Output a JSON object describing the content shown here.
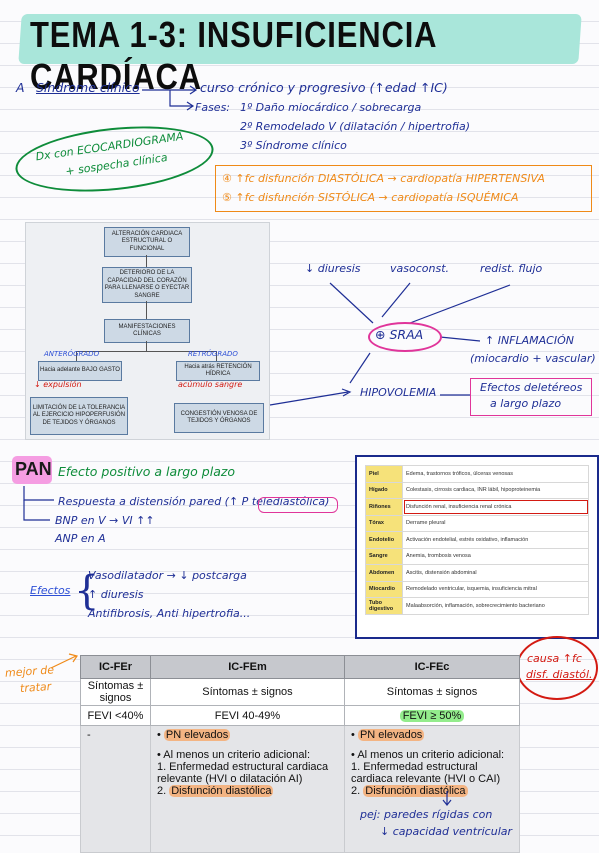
{
  "title": "TEMA 1-3: INSUFICIENCIA CARDÍACA",
  "sindrome": {
    "marker": "A",
    "label": "Síndrome clínico",
    "curso": "curso crónico y progresivo (↑edad ↑IC)",
    "fases_label": "Fases:",
    "fase1": "1º Daño miocárdico / sobrecarga",
    "fase2": "2º Remodelado V (dilatación / hipertrofia)",
    "fase3": "3º Síndrome clínico"
  },
  "dx": {
    "line1": "Dx con ECOCARDIOGRAMA",
    "line2": "+ sospecha clínica"
  },
  "orange_box": {
    "line1": "④ ↑fc disfunción DIASTÓLICA → cardiopatía HIPERTENSIVA",
    "line2": "⑤ ↑fc disfunción SISTÓLICA → cardiopatía ISQUÉMICA"
  },
  "flowchart": {
    "b1": "ALTERACIÓN CARDIACA ESTRUCTURAL O FUNCIONAL",
    "b2": "DETERIORO DE LA CAPACIDAD DEL CORAZÓN PARA LLENARSE O EYECTAR SANGRE",
    "b3": "MANIFESTACIONES CLÍNICAS",
    "b4": "Hacia adelante BAJO GASTO",
    "b5": "Hacia atrás RETENCIÓN HÍDRICA",
    "b6": "LIMITACIÓN DE LA TOLERANCIA AL EJERCICIO HIPOPERFUSIÓN DE TEJIDOS Y ÓRGANOS",
    "b7": "CONGESTIÓN VENOSA DE TEJIDOS Y ÓRGANOS",
    "anterogrado": "ANTERÓGRADO",
    "retrogrado": "RETRÓGRADO",
    "expulsion": "↓ expulsión",
    "acumulo": "acúmulo sangre"
  },
  "sraa": {
    "center": "⊕ SRAA",
    "diuresis": "↓ diuresis",
    "vasoconst": "vasoconst.",
    "redist": "redist. flujo",
    "inflamacion": "↑ INFLAMACIÓN",
    "inflamacion_sub": "(miocardio + vascular)",
    "hipovolemia": "HIPOVOLEMIA",
    "deleterios1": "Efectos deletéreos",
    "deleterios2": "a largo plazo"
  },
  "pan": {
    "label": "PAN",
    "efecto": "Efecto positivo a largo plazo",
    "respuesta": "Respuesta a distensión pared (↑ P telediastólica)",
    "bnp": "BNP en V → VI ↑↑",
    "anp": "ANP en A",
    "efectos_label": "Efectos",
    "ef1": "Vasodilatador → ↓ postcarga",
    "ef2": "↑ diuresis",
    "ef3": "Antifibrosis, Anti hipertrofia..."
  },
  "organs": [
    {
      "k": "Piel",
      "v": "Edema, trastornos tróficos, úlceras venosas"
    },
    {
      "k": "Hígado",
      "v": "Colestasis, cirrosis cardiaca, INR lábil, hipoproteinemia"
    },
    {
      "k": "Riñones",
      "v": "Disfunción renal, insuficiencia renal crónica"
    },
    {
      "k": "Tórax",
      "v": "Derrame pleural"
    },
    {
      "k": "Endotelio",
      "v": "Activación endotelial, estrés oxidativo, inflamación"
    },
    {
      "k": "Sangre",
      "v": "Anemia, trombosis venosa"
    },
    {
      "k": "Abdomen",
      "v": "Ascitis, distensión abdominal"
    },
    {
      "k": "Miocardio",
      "v": "Remodelado ventricular, isquemia, insuficiencia mitral"
    },
    {
      "k": "Tubo digestivo",
      "v": "Malaabsorción, inflamación, sobrecrecimiento bacteriano"
    }
  ],
  "ic_table": {
    "h1": "IC-FEr",
    "h2": "IC-FEm",
    "h3": "IC-FEc",
    "sig": "Síntomas ± signos",
    "fevi1": "FEVI <40%",
    "fevi2": "FEVI 40-49%",
    "fevi3": "FEVI ≥ 50%",
    "dash": "-",
    "pn": "PN elevados",
    "crit": "Al menos un criterio adicional:",
    "c1a": "1. Enfermedad estructural cardiaca relevante (HVI o dilatación AI)",
    "c1b": "1. Enfermedad estructural cardiaca relevante (HVI o CAI)",
    "c2pre": "2. ",
    "c2": "Disfunción diastólica"
  },
  "notes": {
    "mejor1": "mejor de",
    "mejor2": "tratar",
    "causa1": "causa ↑fc",
    "causa2": "disf. diastól.",
    "pej1": "pej: paredes rígidas con",
    "pej2": "↓ capacidad ventricular"
  }
}
